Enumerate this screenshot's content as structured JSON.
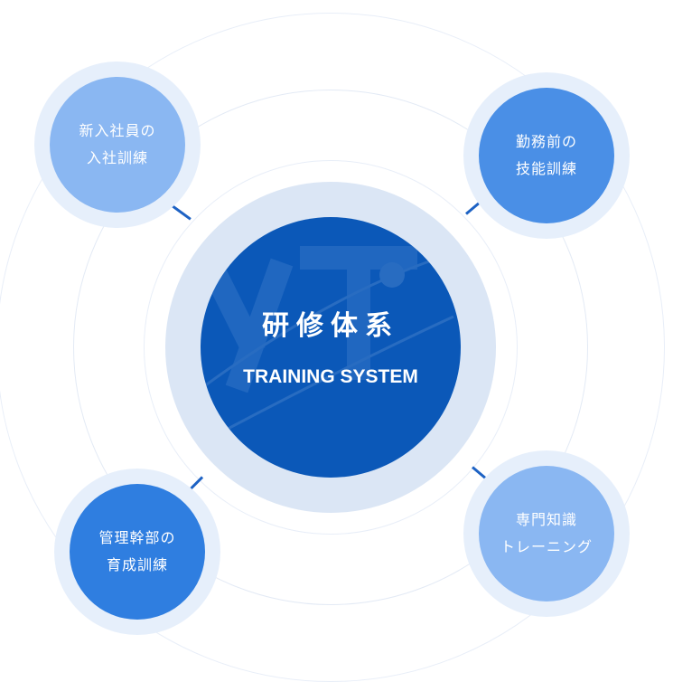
{
  "center": {
    "title": "研修体系",
    "subtitle": "TRAINING SYSTEM"
  },
  "nodes": [
    {
      "line1": "新入社員の",
      "line2": "入社訓練",
      "color": "#8ab7f2"
    },
    {
      "line1": "勤務前の",
      "line2": "技能訓練",
      "color": "#4a8fe6"
    },
    {
      "line1": "管理幹部の",
      "line2": "育成訓練",
      "color": "#2f7ee0"
    },
    {
      "line1": "専門知識",
      "line2": "トレーニング",
      "color": "#8ab7f2"
    }
  ]
}
